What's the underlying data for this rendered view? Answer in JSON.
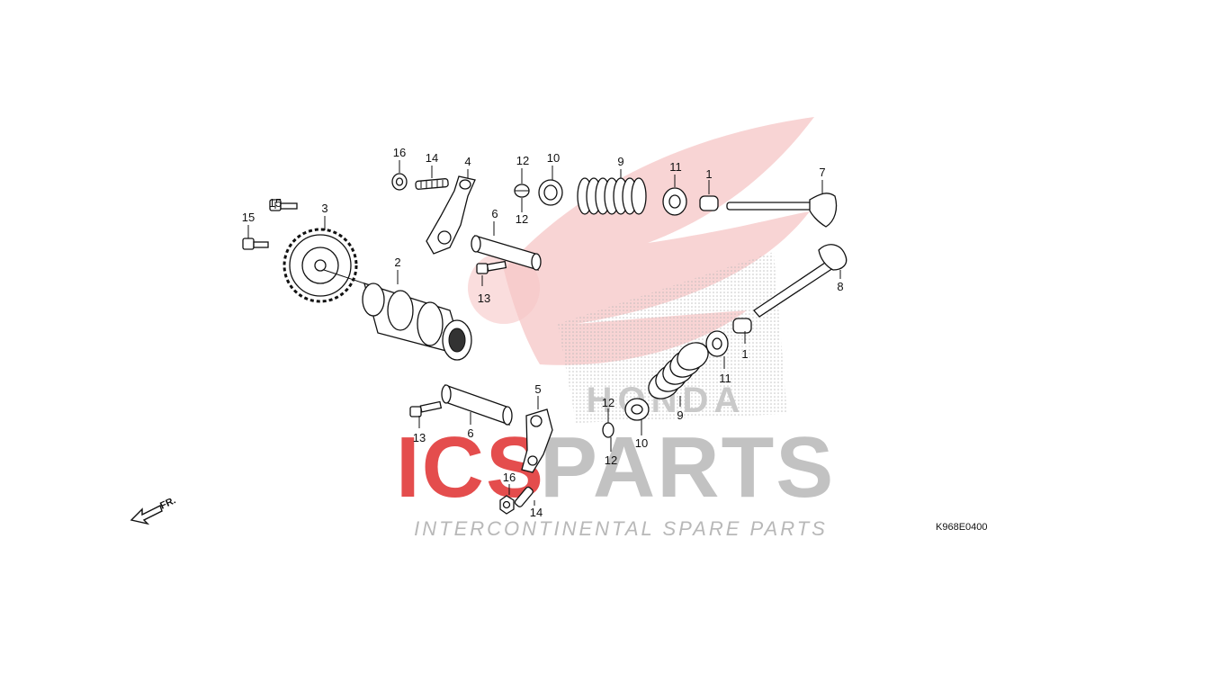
{
  "diagram": {
    "code": "K968E0400",
    "direction_label": "FR.",
    "watermark": {
      "brand_left": "ICS",
      "brand_right": "PARTS",
      "tagline": "INTERCONTINENTAL SPARE PARTS",
      "maker": "HONDA",
      "colors": {
        "red": "#e23a3a",
        "gray": "#9a9a9a",
        "light_red": "#f6c6c6"
      }
    },
    "callouts": {
      "c16a": "16",
      "c14a": "14",
      "c4": "4",
      "c12a": "12",
      "c12b": "12",
      "c10a": "10",
      "c9a": "9",
      "c11a": "11",
      "c1a": "1",
      "c7": "7",
      "c15a": "15",
      "c15b": "15",
      "c3": "3",
      "c6a": "6",
      "c2": "2",
      "c13a": "13",
      "c8": "8",
      "c1b": "1",
      "c11b": "11",
      "c9b": "9",
      "c12c": "12",
      "c12d": "12",
      "c10b": "10",
      "c5": "5",
      "c13b": "13",
      "c6b": "6",
      "c16b": "16",
      "c14b": "14"
    }
  }
}
